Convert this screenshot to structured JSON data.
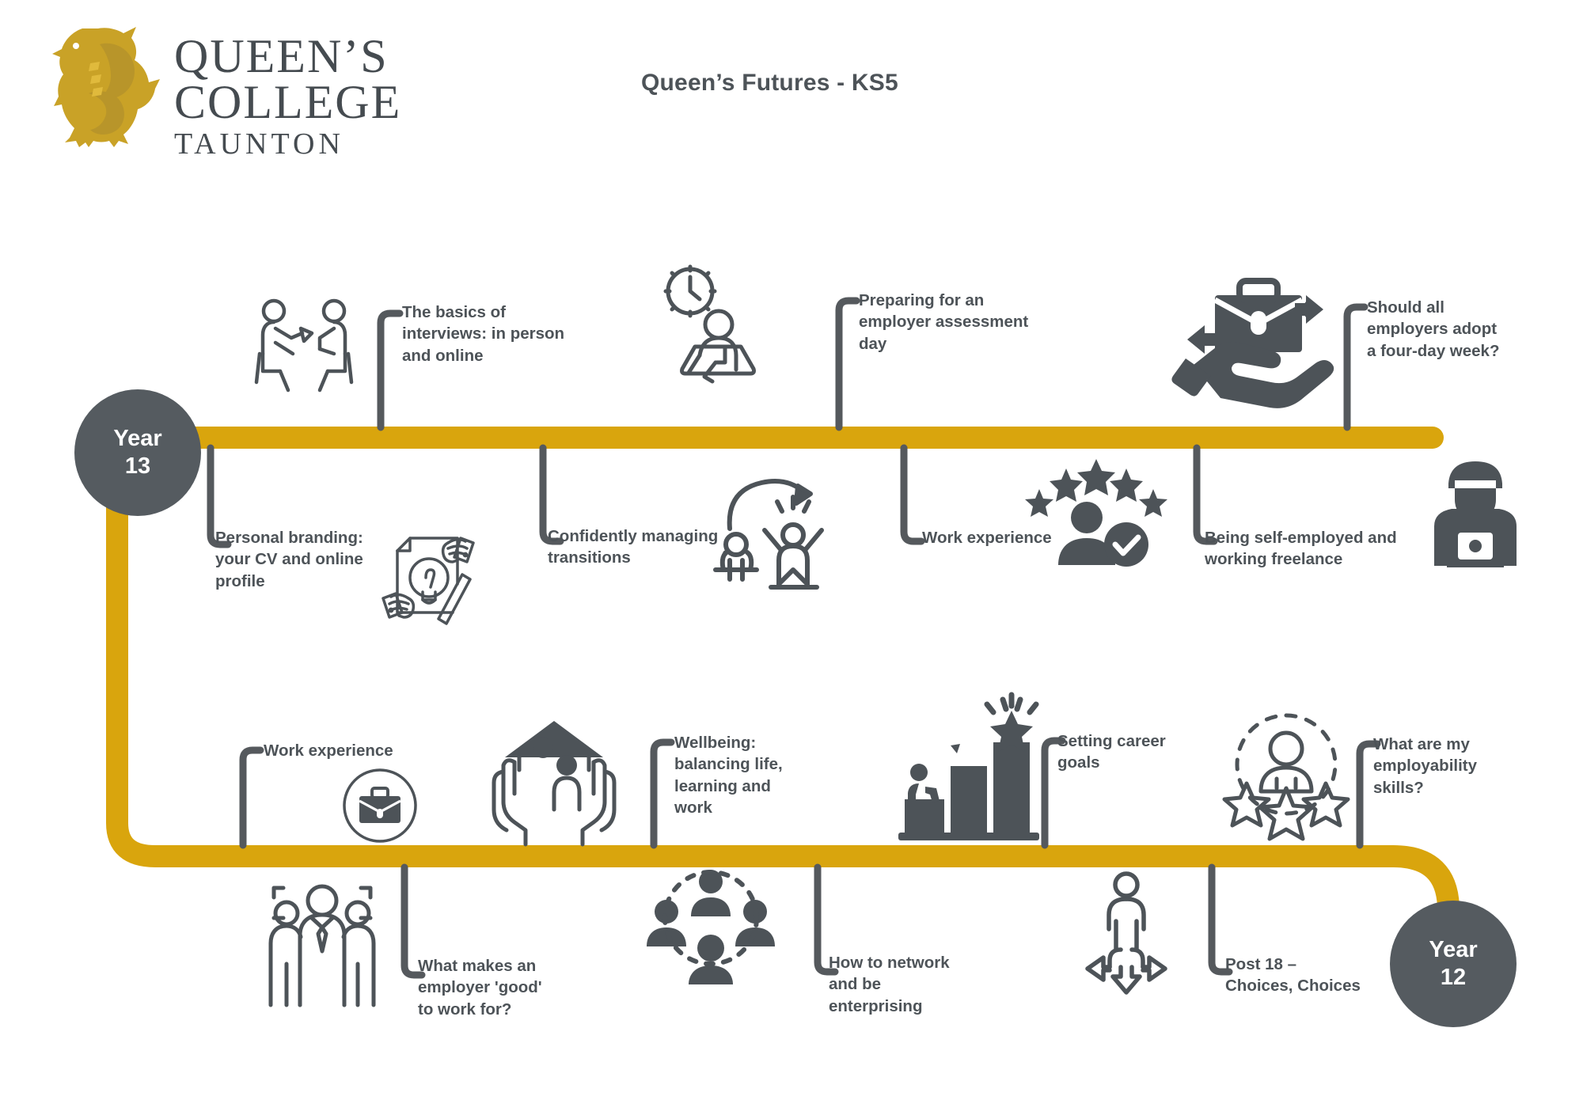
{
  "brand": {
    "logo_line1": "QUEEN’S",
    "logo_line2": "COLLEGE",
    "logo_line3": "TAUNTON",
    "logo_icon": "welsh-dragon-icon",
    "gold": "#D9A50D",
    "charcoal": "#4d5358",
    "bubble_grey": "#555b60"
  },
  "title": "Queen’s Futures - KS5",
  "year13": {
    "line1": "Year",
    "line2": "13"
  },
  "year12": {
    "line1": "Year",
    "line2": "12"
  },
  "year13_items": [
    {
      "id": "interviews",
      "label": "The basics of\ninterviews: in person\nand online",
      "icon": "interview-two-people-icon",
      "side": "above"
    },
    {
      "id": "personal-branding",
      "label": "Personal branding:\nyour CV and online\nprofile",
      "icon": "lightbulb-hands-cv-icon",
      "side": "below"
    },
    {
      "id": "assessment-day",
      "label": "Preparing for an\nemployer assessment\nday",
      "icon": "clock-desk-test-icon",
      "side": "above"
    },
    {
      "id": "transitions",
      "label": "Confidently managing\ntransitions",
      "icon": "sad-to-happy-transition-icon",
      "side": "below"
    },
    {
      "id": "work-experience-13",
      "label": "Work experience",
      "icon": "five-star-person-check-icon",
      "side": "below"
    },
    {
      "id": "four-day-week",
      "label": "Should all\nemployers adopt\na four-day week?",
      "icon": "briefcase-hand-arrows-icon",
      "side": "above"
    },
    {
      "id": "self-employed",
      "label": "Being self-employed and\nworking freelance",
      "icon": "person-laptop-freelance-icon",
      "side": "below"
    }
  ],
  "year12_items": [
    {
      "id": "work-experience-12",
      "label": "Work experience",
      "icon": "briefcase-circle-icon",
      "side": "above"
    },
    {
      "id": "good-employer",
      "label": "What makes an\nemployer 'good'\nto work for?",
      "icon": "employee-group-icon",
      "side": "below"
    },
    {
      "id": "wellbeing",
      "label": "Wellbeing:\nbalancing life,\nlearning and\nwork",
      "icon": "hands-home-people-icon",
      "side": "above"
    },
    {
      "id": "networking",
      "label": "How to network\nand be\nenterprising",
      "icon": "network-people-circle-icon",
      "side": "below"
    },
    {
      "id": "career-goals",
      "label": "Setting career\ngoals",
      "icon": "bar-chart-star-goal-icon",
      "side": "above"
    },
    {
      "id": "post-18",
      "label": "Post 18 –\nChoices, Choices",
      "icon": "person-crossroads-arrows-icon",
      "side": "below"
    },
    {
      "id": "employability",
      "label": "What are my\nemployability\nskills?",
      "icon": "person-stars-employability-icon",
      "side": "above"
    }
  ]
}
